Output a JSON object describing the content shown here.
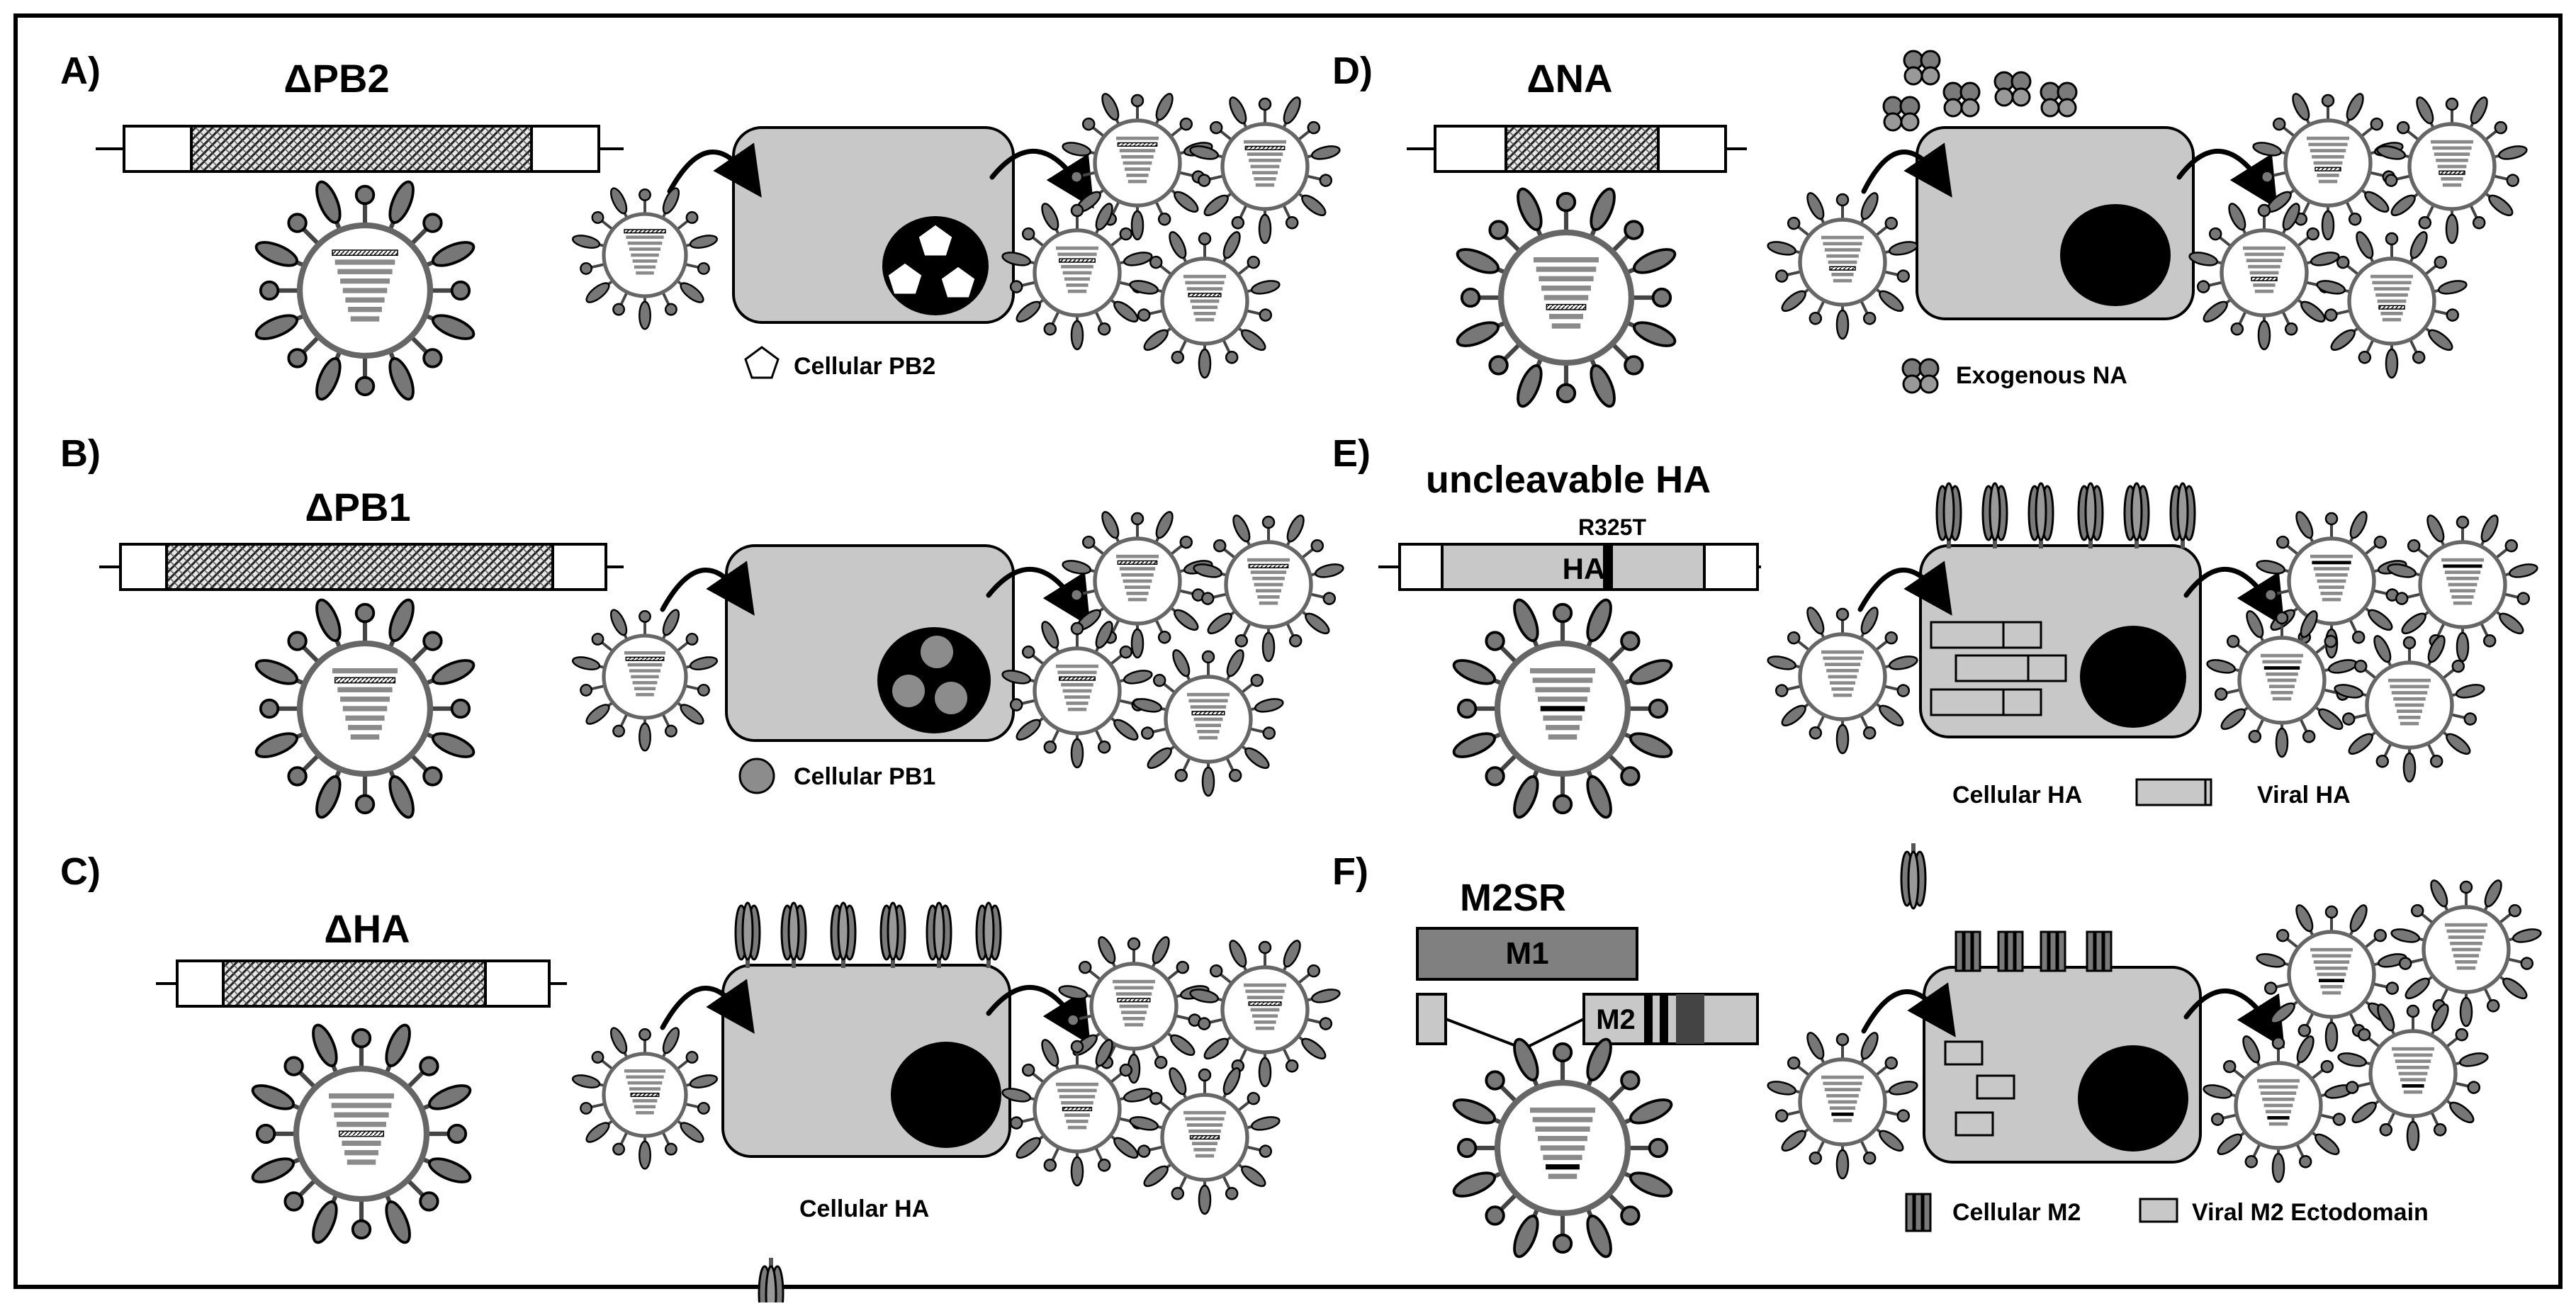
{
  "panels": {
    "a": {
      "letter": "A)",
      "title": "ΔPB2",
      "legend": "Cellular PB2"
    },
    "b": {
      "letter": "B)",
      "title": "ΔPB1",
      "legend": "Cellular PB1"
    },
    "c": {
      "letter": "C)",
      "title": "ΔHA",
      "legend": "Cellular HA"
    },
    "d": {
      "letter": "D)",
      "title": "ΔNA",
      "legend": "Exogenous NA"
    },
    "e": {
      "letter": "E)",
      "title": "uncleavable HA",
      "mutation": "R325T",
      "gene_label": "HA",
      "legend_cellular": "Cellular HA",
      "legend_viral": "Viral HA"
    },
    "f": {
      "letter": "F)",
      "title": "M2SR",
      "m1_label": "M1",
      "m2_label": "M2",
      "legend_cellular": "Cellular M2",
      "legend_viral": "Viral M2 Ectodomain"
    }
  },
  "colors": {
    "cell": "#c8c8c8",
    "nucleus": "#000000",
    "virus_body": "#ffffff",
    "spike": "#5a5a5a",
    "segment": "#8a8a8a",
    "border": "#000000"
  }
}
